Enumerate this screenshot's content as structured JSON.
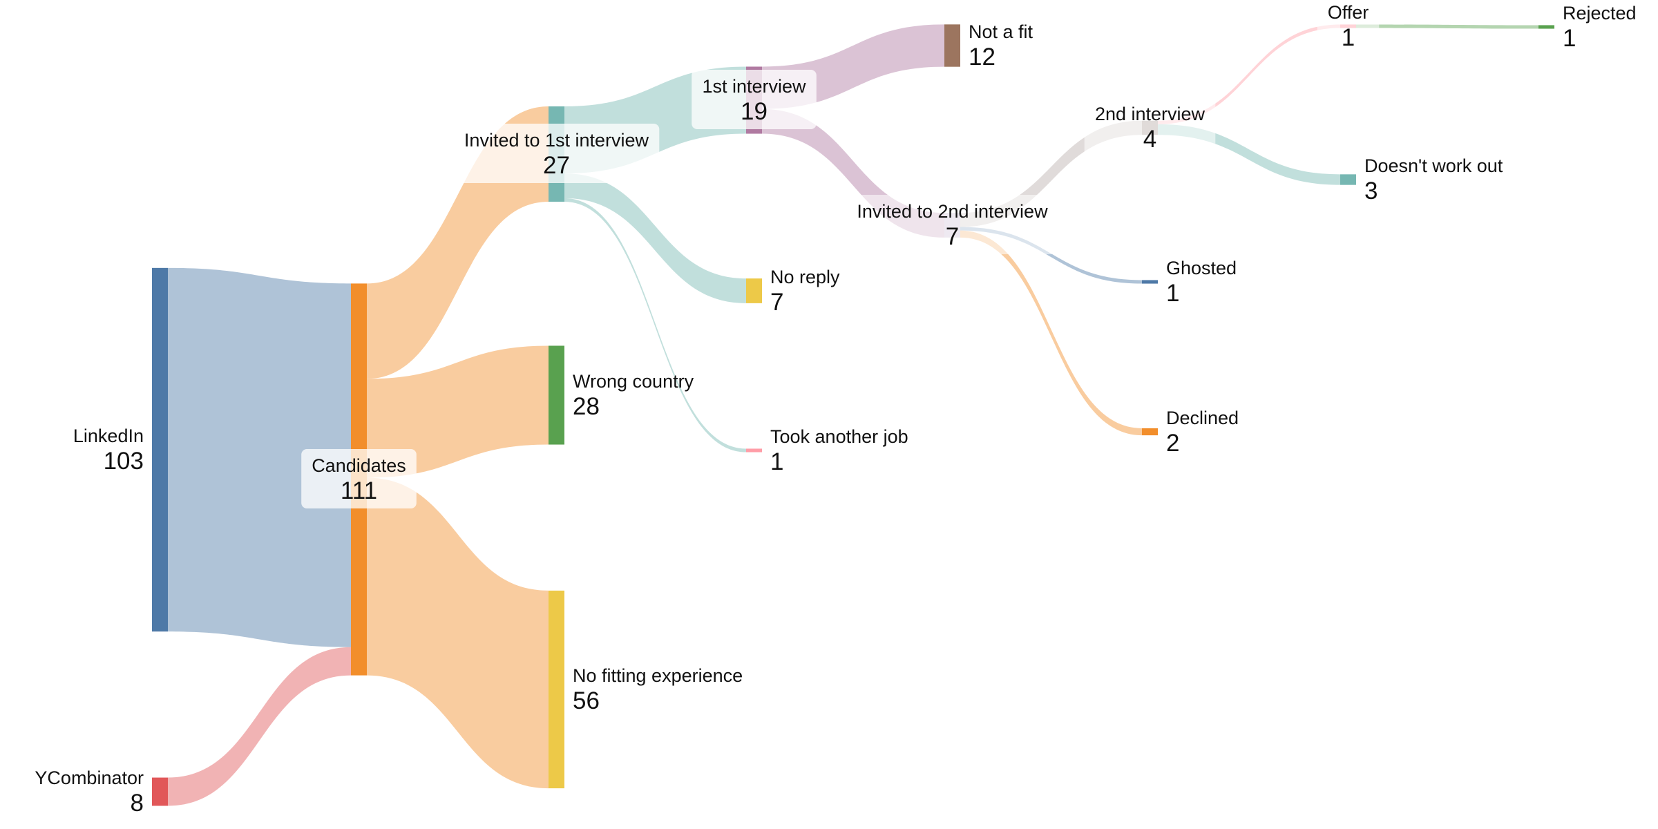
{
  "chart_data": {
    "type": "sankey",
    "title": "",
    "nodes": [
      {
        "id": "linkedin",
        "name": "LinkedIn",
        "value": 103,
        "color": "#4e79a7"
      },
      {
        "id": "ycombinator",
        "name": "YCombinator",
        "value": 8,
        "color": "#e15759"
      },
      {
        "id": "candidates",
        "name": "Candidates",
        "value": 111,
        "color": "#f28e2b"
      },
      {
        "id": "invited1",
        "name": "Invited to 1st interview",
        "value": 27,
        "color": "#76b7b2"
      },
      {
        "id": "wrong_country",
        "name": "Wrong country",
        "value": 28,
        "color": "#59a14f"
      },
      {
        "id": "no_fitting",
        "name": "No fitting experience",
        "value": 56,
        "color": "#edc948"
      },
      {
        "id": "interview1",
        "name": "1st interview",
        "value": 19,
        "color": "#b07aa1"
      },
      {
        "id": "no_reply",
        "name": "No reply",
        "value": 7,
        "color": "#edc948"
      },
      {
        "id": "took_job",
        "name": "Took another job",
        "value": 1,
        "color": "#ff9da7"
      },
      {
        "id": "not_fit",
        "name": "Not a fit",
        "value": 12,
        "color": "#9c755f"
      },
      {
        "id": "invited2",
        "name": "Invited to 2nd interview",
        "value": 7,
        "color": "#d9cfe0"
      },
      {
        "id": "interview2",
        "name": "2nd interview",
        "value": 4,
        "color": "#bab0ac"
      },
      {
        "id": "ghosted",
        "name": "Ghosted",
        "value": 1,
        "color": "#4e79a7"
      },
      {
        "id": "declined",
        "name": "Declined",
        "value": 2,
        "color": "#f28e2b"
      },
      {
        "id": "offer",
        "name": "Offer",
        "value": 1,
        "color": "#ff9da7"
      },
      {
        "id": "doesnt_work",
        "name": "Doesn't work out",
        "value": 3,
        "color": "#76b7b2"
      },
      {
        "id": "rejected",
        "name": "Rejected",
        "value": 1,
        "color": "#59a14f"
      }
    ],
    "links": [
      {
        "source": "linkedin",
        "target": "candidates",
        "value": 103,
        "color": "#4e79a7"
      },
      {
        "source": "ycombinator",
        "target": "candidates",
        "value": 8,
        "color": "#e15759"
      },
      {
        "source": "candidates",
        "target": "invited1",
        "value": 27,
        "color": "#f28e2b"
      },
      {
        "source": "candidates",
        "target": "wrong_country",
        "value": 28,
        "color": "#f28e2b"
      },
      {
        "source": "candidates",
        "target": "no_fitting",
        "value": 56,
        "color": "#f28e2b"
      },
      {
        "source": "invited1",
        "target": "interview1",
        "value": 19,
        "color": "#76b7b2"
      },
      {
        "source": "invited1",
        "target": "no_reply",
        "value": 7,
        "color": "#76b7b2"
      },
      {
        "source": "invited1",
        "target": "took_job",
        "value": 1,
        "color": "#76b7b2"
      },
      {
        "source": "interview1",
        "target": "not_fit",
        "value": 12,
        "color": "#b07aa1"
      },
      {
        "source": "interview1",
        "target": "invited2",
        "value": 7,
        "color": "#b07aa1"
      },
      {
        "source": "invited2",
        "target": "interview2",
        "value": 4,
        "color": "#bab0ac"
      },
      {
        "source": "invited2",
        "target": "ghosted",
        "value": 1,
        "color": "#4e79a7"
      },
      {
        "source": "invited2",
        "target": "declined",
        "value": 2,
        "color": "#f28e2b"
      },
      {
        "source": "interview2",
        "target": "offer",
        "value": 1,
        "color": "#ff9da7"
      },
      {
        "source": "interview2",
        "target": "doesnt_work",
        "value": 3,
        "color": "#76b7b2"
      },
      {
        "source": "offer",
        "target": "rejected",
        "value": 1,
        "color": "#59a14f"
      }
    ]
  }
}
